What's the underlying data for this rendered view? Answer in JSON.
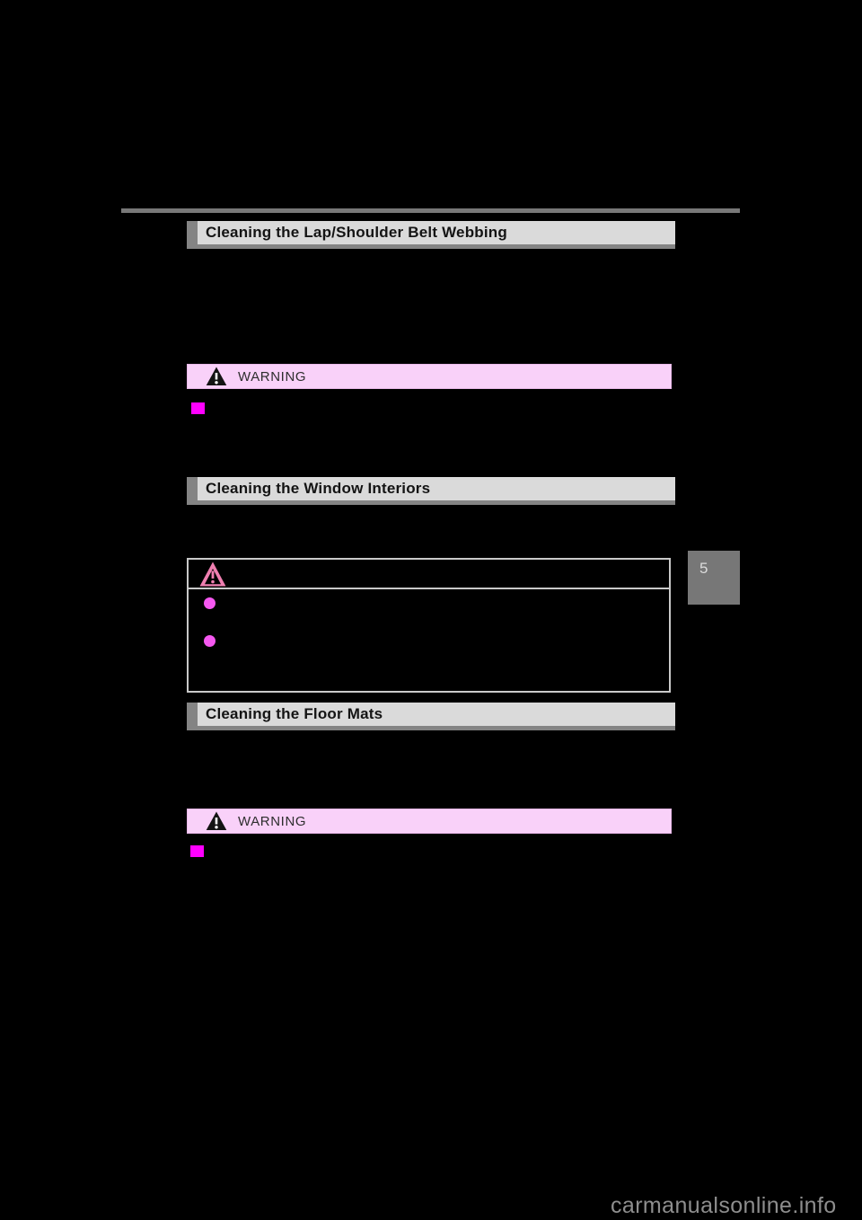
{
  "document": {
    "chapter_tab_number": "5",
    "watermark_text": "carmanualsonline.info"
  },
  "sections": [
    {
      "title": "Cleaning the Lap/Shoulder Belt Webbing"
    },
    {
      "title": "Cleaning the Window Interiors"
    },
    {
      "title": "Cleaning the Floor Mats"
    }
  ],
  "warnings": [
    {
      "label": "WARNING"
    },
    {
      "label": "WARNING"
    }
  ],
  "notice_box": {
    "icon": "notice-triangle-icon",
    "bullet_count": 2
  },
  "colors": {
    "page_background": "#000000",
    "warning_bar_background": "#F9D1F9",
    "header_bar_background": "#DADADA",
    "header_bar_shadow": "#848484",
    "square_bullet_magenta": "#FF00FF",
    "round_bullet_pink": "#F558F0",
    "notice_triangle_pink": "#EF7FB0",
    "notice_box_border": "#C9C9C9",
    "top_rule_gray": "#787878",
    "chapter_tab_gray": "#777777",
    "chapter_tab_text": "#DCDCDC",
    "watermark_gray": "#8E8E8E"
  }
}
